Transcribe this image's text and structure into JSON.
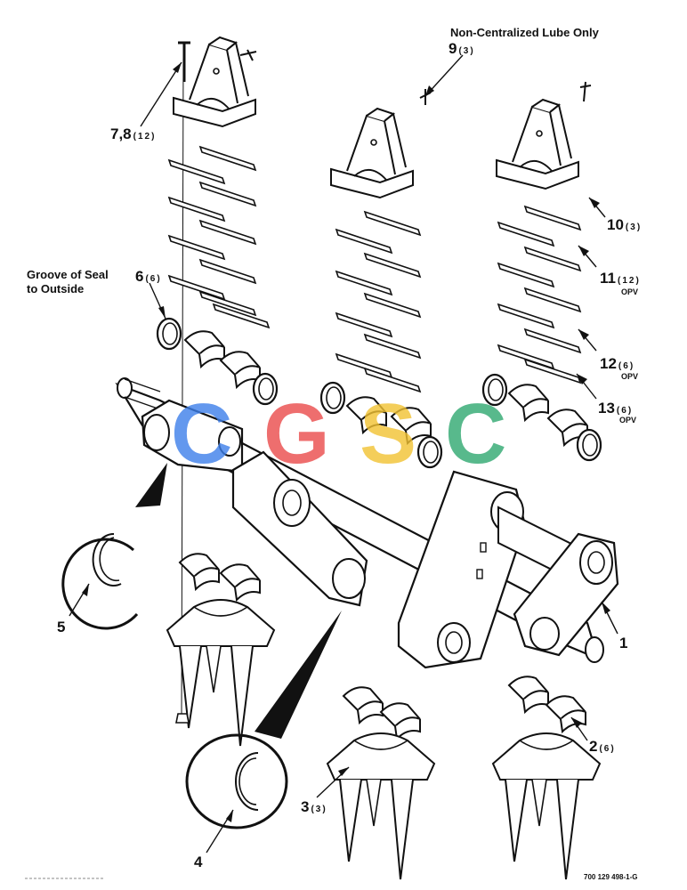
{
  "header_note": "Non-Centralized Lube Only",
  "watermark": {
    "letters": [
      "C",
      "G",
      "S",
      "C"
    ],
    "colors": [
      "#3d7fea",
      "#ea4b4b",
      "#f2c232",
      "#2fa870"
    ]
  },
  "seal_note": {
    "line1": "Groove of Seal",
    "line2": "to Outside"
  },
  "callouts": {
    "c1": {
      "num": "1",
      "qty": ""
    },
    "c2": {
      "num": "2",
      "qty": "(6)"
    },
    "c3": {
      "num": "3",
      "qty": "(3)"
    },
    "c4": {
      "num": "4",
      "qty": ""
    },
    "c5": {
      "num": "5",
      "qty": ""
    },
    "c6": {
      "num": "6",
      "qty": "(6)"
    },
    "c78": {
      "num": "7,8",
      "qty": "(12)"
    },
    "c9": {
      "num": "9",
      "qty": "(3)"
    },
    "c10": {
      "num": "10",
      "qty": "(3)"
    },
    "c11": {
      "num": "11",
      "qty": "(12)",
      "note": "OPV"
    },
    "c12": {
      "num": "12",
      "qty": "(6)",
      "note": "OPV"
    },
    "c13": {
      "num": "13",
      "qty": "(6)",
      "note": "OPV"
    }
  },
  "drawing_number": "700 129 498-1-G"
}
